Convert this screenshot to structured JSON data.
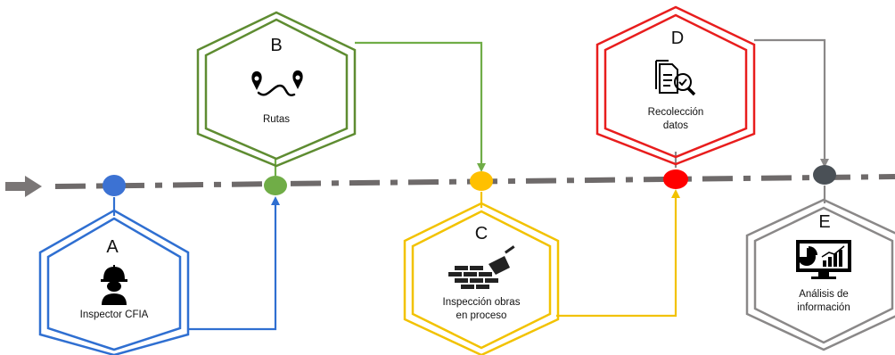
{
  "colors": {
    "timeline": "#6e6a6a",
    "arrow_in": "#7a7676",
    "A": "#2f6fd1",
    "B": "#5e8c31",
    "C": "#f2c200",
    "D": "#e81d1d",
    "E": "#8a8888",
    "green_dot": "#70ad47",
    "yellow_dot": "#ffc000",
    "blue_dot": "#3c72d3",
    "red_dot": "#ff0000",
    "gray_dot": "#4a5056"
  },
  "nodes": {
    "A": {
      "letter": "A",
      "caption": "Inspector CFIA",
      "icon": "worker-helmet-icon"
    },
    "B": {
      "letter": "B",
      "caption": "Rutas",
      "icon": "route-pins-icon"
    },
    "C": {
      "letter": "C",
      "caption_line1": "Inspección obras",
      "caption_line2": "en proceso",
      "icon": "brick-trowel-icon"
    },
    "D": {
      "letter": "D",
      "caption_line1": "Recolección",
      "caption_line2": "datos",
      "icon": "document-search-icon"
    },
    "E": {
      "letter": "E",
      "caption_line1": "Análisis de",
      "caption_line2": "información",
      "icon": "analytics-dashboard-icon"
    }
  }
}
